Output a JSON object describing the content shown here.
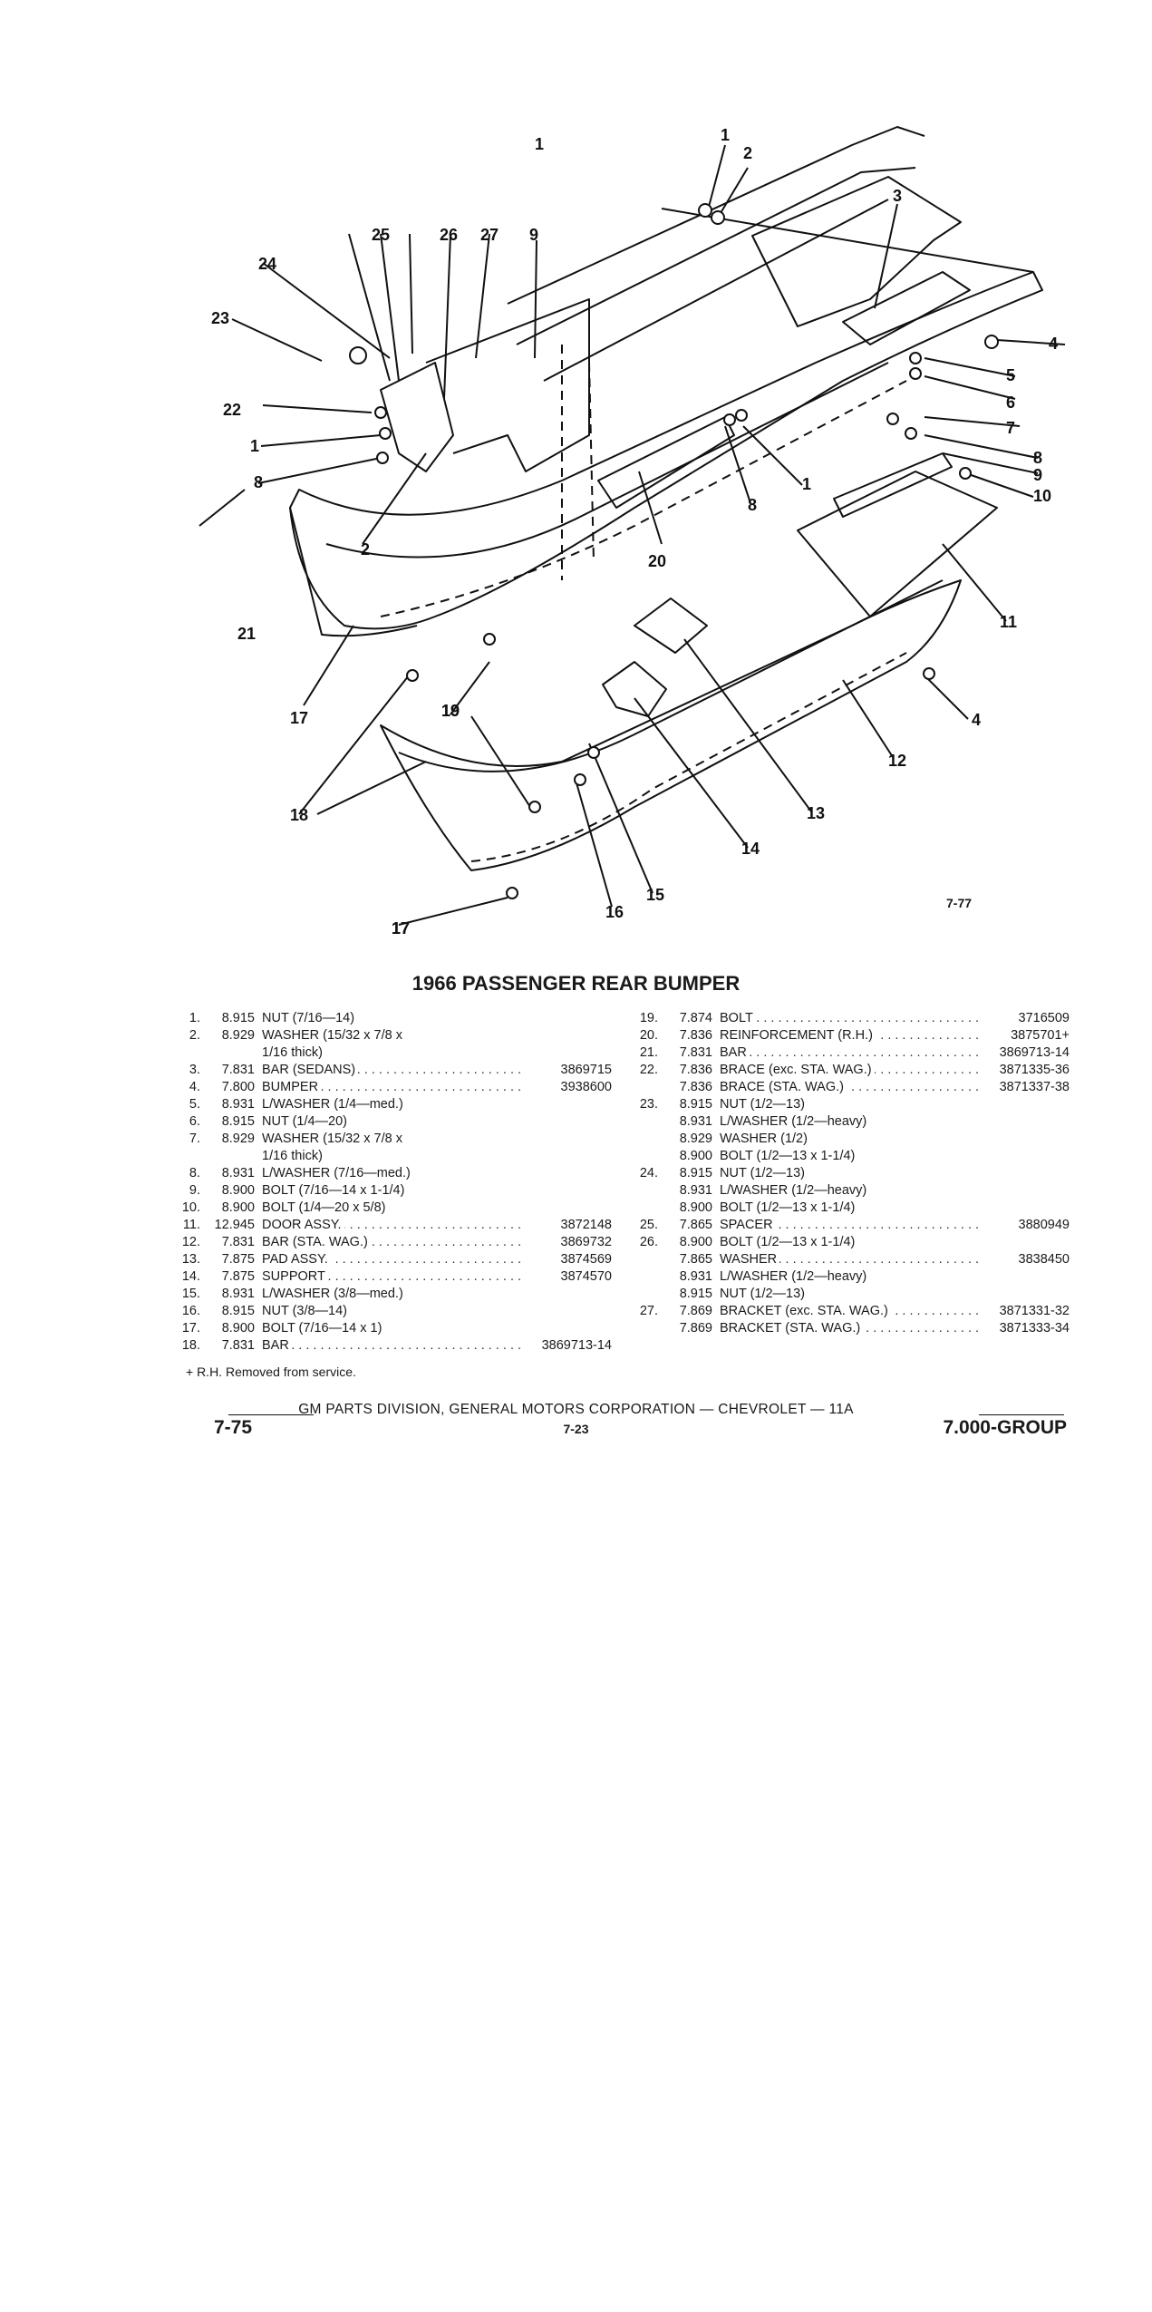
{
  "figure": {
    "callouts": [
      "1",
      "2",
      "3",
      "4",
      "5",
      "6",
      "7",
      "8",
      "9",
      "10",
      "11",
      "12",
      "13",
      "14",
      "15",
      "16",
      "17",
      "18",
      "19",
      "20",
      "21",
      "22",
      "23",
      "24",
      "25",
      "26",
      "27"
    ],
    "figure_number": "7-77"
  },
  "title": "1966 PASSENGER REAR BUMPER",
  "parts_left": [
    {
      "num": "1.",
      "group": "8.915",
      "desc": "NUT (7/16—14)",
      "part": ""
    },
    {
      "num": "2.",
      "group": "8.929",
      "desc": "WASHER (15/32 x 7/8 x",
      "part": ""
    },
    {
      "num": "",
      "group": "",
      "desc": "1/16 thick)",
      "part": ""
    },
    {
      "num": "3.",
      "group": "7.831",
      "desc": "BAR (SEDANS)",
      "part": "3869715"
    },
    {
      "num": "4.",
      "group": "7.800",
      "desc": "BUMPER",
      "part": "3938600"
    },
    {
      "num": "5.",
      "group": "8.931",
      "desc": "L/WASHER (1/4—med.)",
      "part": ""
    },
    {
      "num": "6.",
      "group": "8.915",
      "desc": "NUT (1/4—20)",
      "part": ""
    },
    {
      "num": "7.",
      "group": "8.929",
      "desc": "WASHER (15/32 x 7/8 x",
      "part": ""
    },
    {
      "num": "",
      "group": "",
      "desc": "1/16 thick)",
      "part": ""
    },
    {
      "num": "8.",
      "group": "8.931",
      "desc": "L/WASHER (7/16—med.)",
      "part": ""
    },
    {
      "num": "9.",
      "group": "8.900",
      "desc": "BOLT (7/16—14 x 1-1/4)",
      "part": ""
    },
    {
      "num": "10.",
      "group": "8.900",
      "desc": "BOLT (1/4—20 x 5/8)",
      "part": ""
    },
    {
      "num": "11.",
      "group": "12.945",
      "desc": "DOOR ASSY.",
      "part": "3872148"
    },
    {
      "num": "12.",
      "group": "7.831",
      "desc": "BAR (STA. WAG.)",
      "part": "3869732"
    },
    {
      "num": "13.",
      "group": "7.875",
      "desc": "PAD ASSY.",
      "part": "3874569"
    },
    {
      "num": "14.",
      "group": "7.875",
      "desc": "SUPPORT",
      "part": "3874570"
    },
    {
      "num": "15.",
      "group": "8.931",
      "desc": "L/WASHER (3/8—med.)",
      "part": ""
    },
    {
      "num": "16.",
      "group": "8.915",
      "desc": "NUT (3/8—14)",
      "part": ""
    },
    {
      "num": "17.",
      "group": "8.900",
      "desc": "BOLT (7/16—14 x 1)",
      "part": ""
    },
    {
      "num": "18.",
      "group": "7.831",
      "desc": "BAR",
      "part": "3869713-14"
    }
  ],
  "parts_right": [
    {
      "num": "19.",
      "group": "7.874",
      "desc": "BOLT",
      "part": "3716509"
    },
    {
      "num": "20.",
      "group": "7.836",
      "desc": "REINFORCEMENT (R.H.)",
      "part": "3875701+"
    },
    {
      "num": "21.",
      "group": "7.831",
      "desc": "BAR",
      "part": "3869713-14"
    },
    {
      "num": "22.",
      "group": "7.836",
      "desc": "BRACE (exc. STA. WAG.)",
      "part": "3871335-36"
    },
    {
      "num": "",
      "group": "7.836",
      "desc": "BRACE (STA. WAG.)",
      "part": "3871337-38"
    },
    {
      "num": "23.",
      "group": "8.915",
      "desc": "NUT (1/2—13)",
      "part": ""
    },
    {
      "num": "",
      "group": "8.931",
      "desc": "L/WASHER (1/2—heavy)",
      "part": ""
    },
    {
      "num": "",
      "group": "8.929",
      "desc": "WASHER (1/2)",
      "part": ""
    },
    {
      "num": "",
      "group": "8.900",
      "desc": "BOLT (1/2—13 x 1-1/4)",
      "part": ""
    },
    {
      "num": "24.",
      "group": "8.915",
      "desc": "NUT (1/2—13)",
      "part": ""
    },
    {
      "num": "",
      "group": "8.931",
      "desc": "L/WASHER (1/2—heavy)",
      "part": ""
    },
    {
      "num": "",
      "group": "8.900",
      "desc": "BOLT (1/2—13 x 1-1/4)",
      "part": ""
    },
    {
      "num": "25.",
      "group": "7.865",
      "desc": "SPACER",
      "part": "3880949"
    },
    {
      "num": "26.",
      "group": "8.900",
      "desc": "BOLT (1/2—13 x 1-1/4)",
      "part": ""
    },
    {
      "num": "",
      "group": "7.865",
      "desc": "WASHER",
      "part": "3838450"
    },
    {
      "num": "",
      "group": "8.931",
      "desc": "L/WASHER (1/2—heavy)",
      "part": ""
    },
    {
      "num": "",
      "group": "8.915",
      "desc": "NUT (1/2—13)",
      "part": ""
    },
    {
      "num": "27.",
      "group": "7.869",
      "desc": "BRACKET (exc. STA. WAG.)",
      "part": "3871331-32"
    },
    {
      "num": "",
      "group": "7.869",
      "desc": "BRACKET (STA. WAG.)",
      "part": "3871333-34"
    }
  ],
  "footnote": "+ R.H. Removed from service.",
  "footer": {
    "center": "GM PARTS DIVISION, GENERAL MOTORS CORPORATION — CHEVROLET — 11A",
    "page_left": "7-75",
    "page_center": "7-23",
    "group_right": "7.000-GROUP"
  }
}
